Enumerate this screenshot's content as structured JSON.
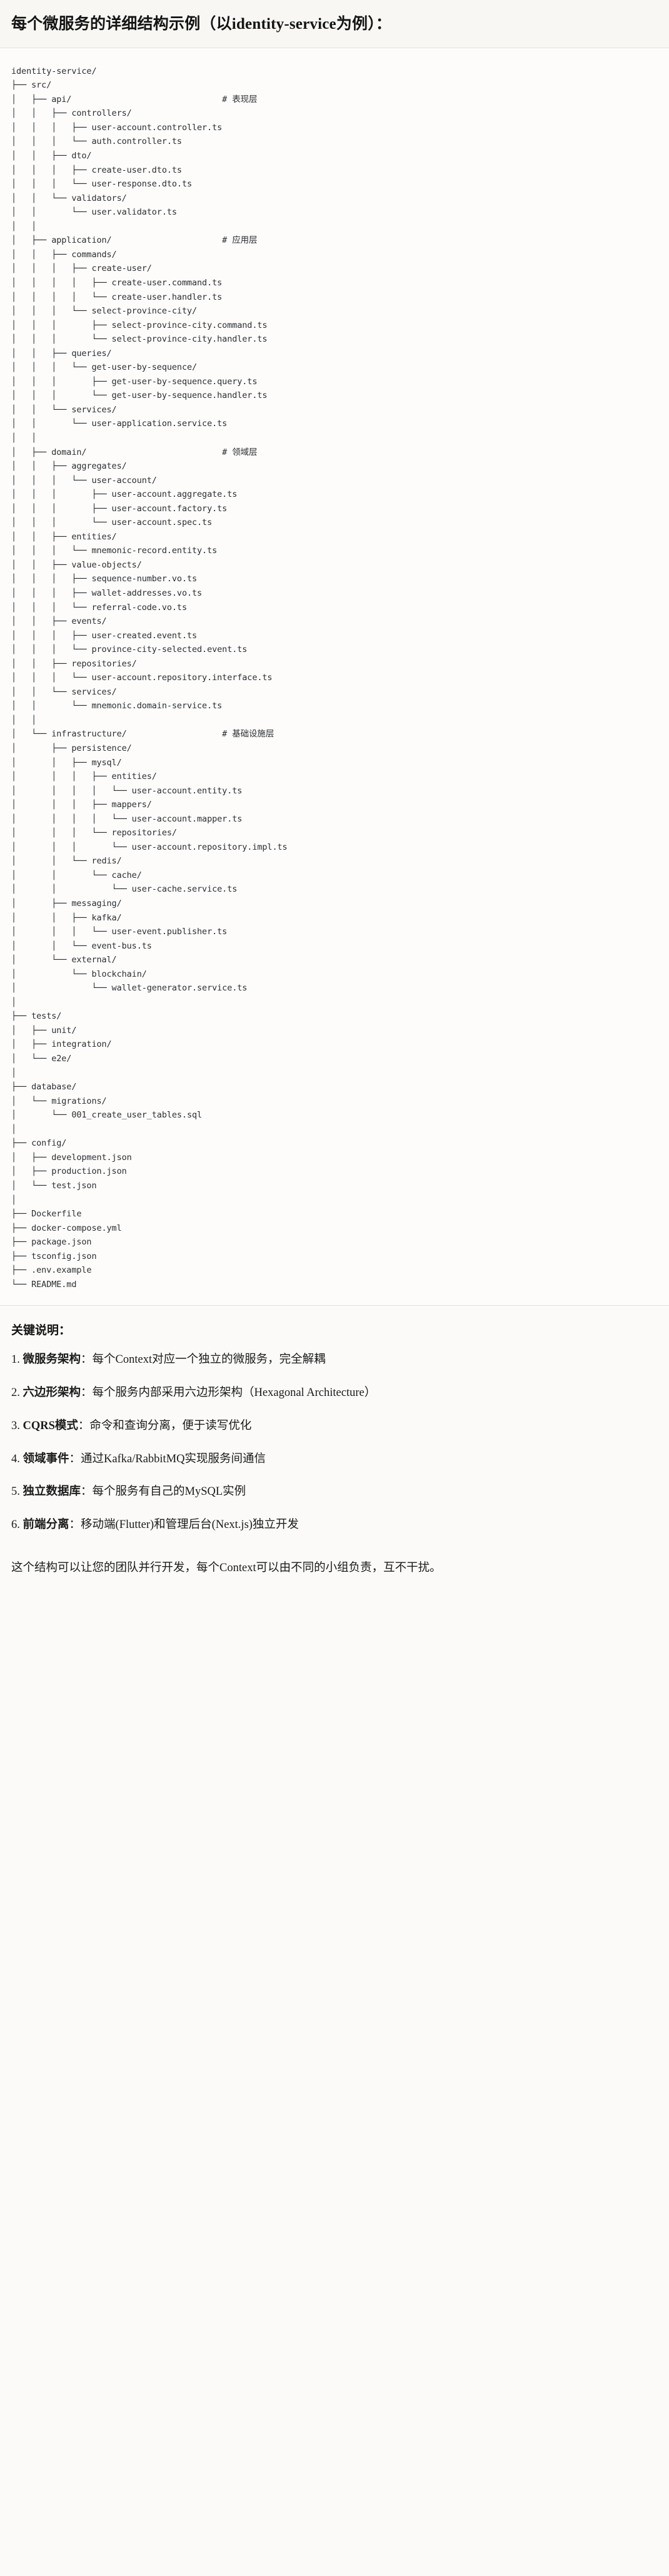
{
  "header": {
    "title": "每个微服务的详细结构示例（以identity-service为例）："
  },
  "tree": {
    "root_label": "identity-service/",
    "comment_prefix": "#",
    "comments": {
      "api": "# 表现层",
      "application": "# 应用层",
      "domain": "# 领域层",
      "infrastructure": "# 基础设施层"
    },
    "lines": [
      "identity-service/",
      "├── src/",
      "│   ├── api/                              # 表现层",
      "│   │   ├── controllers/",
      "│   │   │   ├── user-account.controller.ts",
      "│   │   │   └── auth.controller.ts",
      "│   │   ├── dto/",
      "│   │   │   ├── create-user.dto.ts",
      "│   │   │   └── user-response.dto.ts",
      "│   │   └── validators/",
      "│   │       └── user.validator.ts",
      "│   │",
      "│   ├── application/                      # 应用层",
      "│   │   ├── commands/",
      "│   │   │   ├── create-user/",
      "│   │   │   │   ├── create-user.command.ts",
      "│   │   │   │   └── create-user.handler.ts",
      "│   │   │   └── select-province-city/",
      "│   │   │       ├── select-province-city.command.ts",
      "│   │   │       └── select-province-city.handler.ts",
      "│   │   ├── queries/",
      "│   │   │   └── get-user-by-sequence/",
      "│   │   │       ├── get-user-by-sequence.query.ts",
      "│   │   │       └── get-user-by-sequence.handler.ts",
      "│   │   └── services/",
      "│   │       └── user-application.service.ts",
      "│   │",
      "│   ├── domain/                           # 领域层",
      "│   │   ├── aggregates/",
      "│   │   │   └── user-account/",
      "│   │   │       ├── user-account.aggregate.ts",
      "│   │   │       ├── user-account.factory.ts",
      "│   │   │       └── user-account.spec.ts",
      "│   │   ├── entities/",
      "│   │   │   └── mnemonic-record.entity.ts",
      "│   │   ├── value-objects/",
      "│   │   │   ├── sequence-number.vo.ts",
      "│   │   │   ├── wallet-addresses.vo.ts",
      "│   │   │   └── referral-code.vo.ts",
      "│   │   ├── events/",
      "│   │   │   ├── user-created.event.ts",
      "│   │   │   └── province-city-selected.event.ts",
      "│   │   ├── repositories/",
      "│   │   │   └── user-account.repository.interface.ts",
      "│   │   └── services/",
      "│   │       └── mnemonic.domain-service.ts",
      "│   │",
      "│   └── infrastructure/                   # 基础设施层",
      "│       ├── persistence/",
      "│       │   ├── mysql/",
      "│       │   │   ├── entities/",
      "│       │   │   │   └── user-account.entity.ts",
      "│       │   │   ├── mappers/",
      "│       │   │   │   └── user-account.mapper.ts",
      "│       │   │   └── repositories/",
      "│       │   │       └── user-account.repository.impl.ts",
      "│       │   └── redis/",
      "│       │       └── cache/",
      "│       │           └── user-cache.service.ts",
      "│       ├── messaging/",
      "│       │   ├── kafka/",
      "│       │   │   └── user-event.publisher.ts",
      "│       │   └── event-bus.ts",
      "│       └── external/",
      "│           └── blockchain/",
      "│               └── wallet-generator.service.ts",
      "│",
      "├── tests/",
      "│   ├── unit/",
      "│   ├── integration/",
      "│   └── e2e/",
      "│",
      "├── database/",
      "│   └── migrations/",
      "│       └── 001_create_user_tables.sql",
      "│",
      "├── config/",
      "│   ├── development.json",
      "│   ├── production.json",
      "│   └── test.json",
      "│",
      "├── Dockerfile",
      "├── docker-compose.yml",
      "├── package.json",
      "├── tsconfig.json",
      "├── .env.example",
      "└── README.md"
    ]
  },
  "keypoints": {
    "heading": "关键说明：",
    "items": [
      {
        "num": "1.",
        "term": "微服务架构",
        "sep": "：",
        "desc": "每个Context对应一个独立的微服务，完全解耦"
      },
      {
        "num": "2.",
        "term": "六边形架构",
        "sep": "：",
        "desc": "每个服务内部采用六边形架构（Hexagonal Architecture）"
      },
      {
        "num": "3.",
        "term": "CQRS模式",
        "sep": "：",
        "desc": "命令和查询分离，便于读写优化"
      },
      {
        "num": "4.",
        "term": "领域事件",
        "sep": "：",
        "desc": "通过Kafka/RabbitMQ实现服务间通信"
      },
      {
        "num": "5.",
        "term": "独立数据库",
        "sep": "：",
        "desc": "每个服务有自己的MySQL实例"
      },
      {
        "num": "6.",
        "term": "前端分离",
        "sep": "：",
        "desc": "移动端(Flutter)和管理后台(Next.js)独立开发"
      }
    ]
  },
  "footer": {
    "note": "这个结构可以让您的团队并行开发，每个Context可以由不同的小组负责，互不干扰。"
  }
}
